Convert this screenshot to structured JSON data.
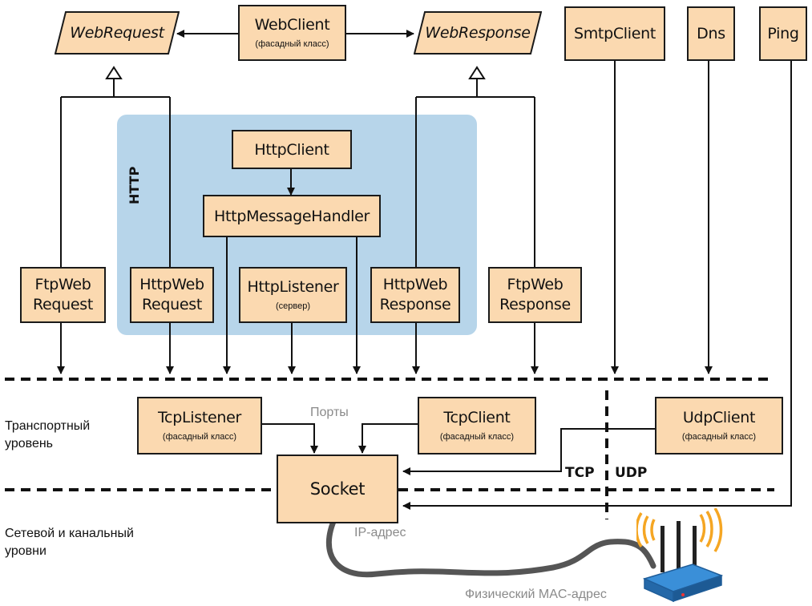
{
  "classes": {
    "web_request": "WebRequest",
    "web_client": "WebClient",
    "web_client_note": "(фасадный класс)",
    "web_response": "WebResponse",
    "smtp_client": "SmtpClient",
    "dns": "Dns",
    "ping": "Ping",
    "http_client": "HttpClient",
    "http_message_handler": "HttpMessageHandler",
    "ftp_web_request": [
      "FtpWeb",
      "Request"
    ],
    "http_web_request": [
      "HttpWeb",
      "Request"
    ],
    "http_listener": "HttpListener",
    "http_listener_note": "(сервер)",
    "http_web_response": [
      "HttpWeb",
      "Response"
    ],
    "ftp_web_response": [
      "FtpWeb",
      "Response"
    ],
    "tcp_listener": "TcpListener",
    "tcp_listener_note": "(фасадный класс)",
    "tcp_client": "TcpClient",
    "tcp_client_note": "(фасадный класс)",
    "udp_client": "UdpClient",
    "udp_client_note": "(фасадный класс)",
    "socket": "Socket"
  },
  "labels": {
    "http_region": "HTTP",
    "transport_layer": [
      "Транспортный",
      "уровень"
    ],
    "network_layer": [
      "Сетевой и канальный",
      "уровни"
    ],
    "ports": "Порты",
    "tcp": "TCP",
    "udp": "UDP",
    "ip_address": "IP-адрес",
    "mac_address": "Физический MAC-адрес"
  },
  "icons": [
    "router-icon",
    "wifi-signal-icon"
  ],
  "colors": {
    "box_fill": "#fbd9b0",
    "http_region": "#b7d5ea",
    "router_body": "#2f7fc9",
    "signal": "#f5a623",
    "cable": "#555555",
    "annotation_text": "#8a8a8a"
  }
}
